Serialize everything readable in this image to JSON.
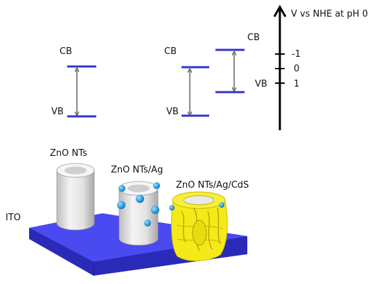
{
  "axis": {
    "title": "V vs NHE at pH 0",
    "ticks": [
      "-1",
      "0",
      "1"
    ]
  },
  "band_diagram_1": {
    "cb_label": "CB",
    "vb_label": "VB"
  },
  "band_diagram_2": {
    "zno_cb_label": "CB",
    "zno_vb_label": "VB",
    "cds_cb_label": "CB",
    "cds_vb_label": "VB"
  },
  "samples": {
    "zno_nts": "ZnO NTs",
    "zno_nts_ag": "ZnO NTs/Ag",
    "zno_nts_ag_cds": "ZnO NTs/Ag/CdS"
  },
  "substrate_label": "ITO",
  "colors": {
    "band_line": "#3333cc",
    "substrate_top": "#4a4af0",
    "substrate_side": "#2a2ab8",
    "tube": "#e9e9e9",
    "ag_particle": "#3aa5e0",
    "cds_coating": "#f4ea1a"
  }
}
